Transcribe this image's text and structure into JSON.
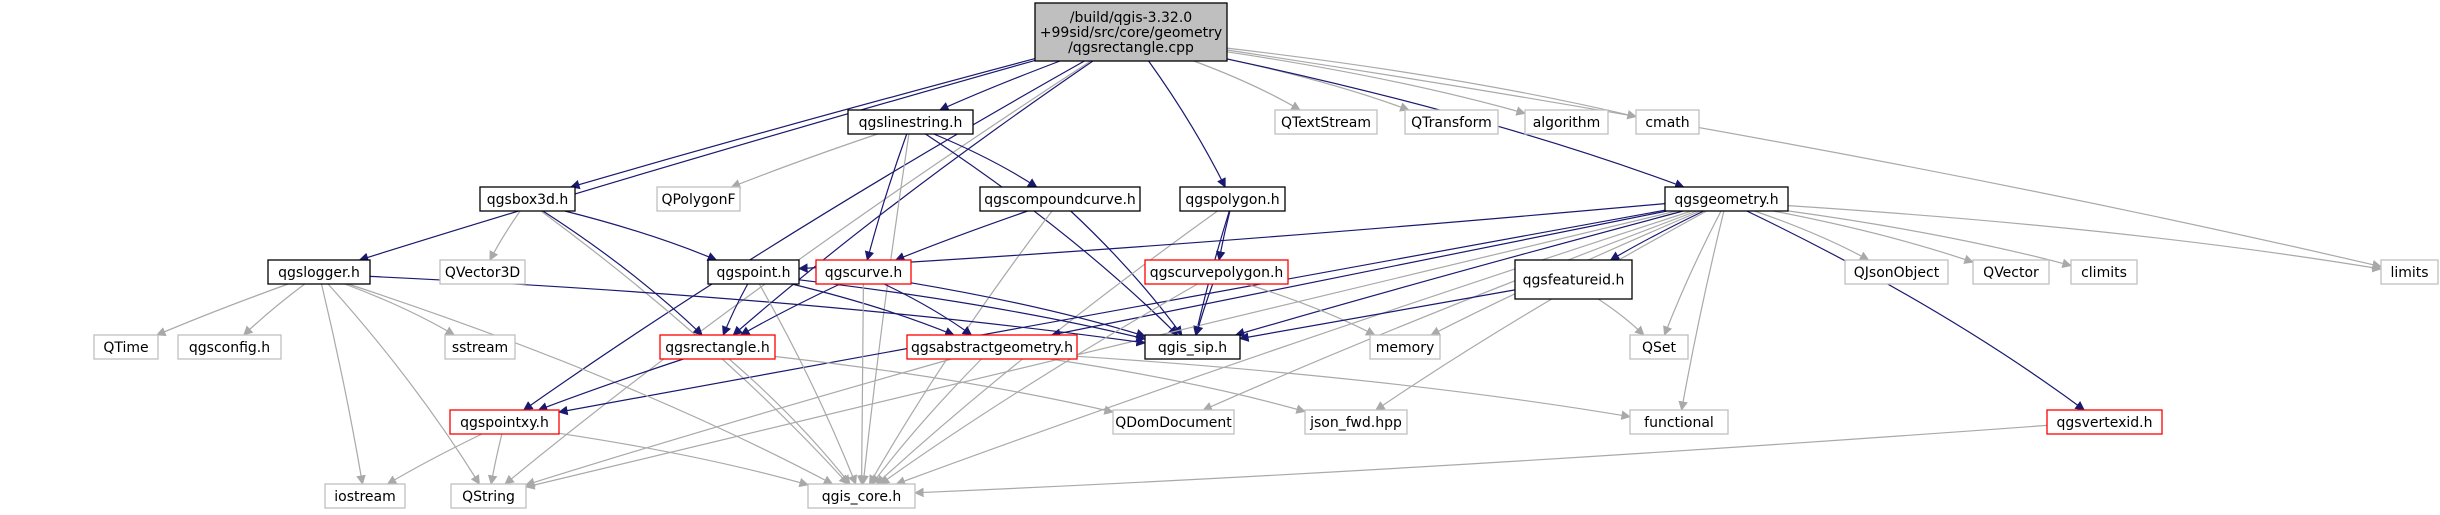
{
  "colors": {
    "focus_fill": "#bfbfbf",
    "focus_border": "#000000",
    "node_fill": "#ffffff",
    "linked_border": "#000000",
    "truncated_border": "#ff0000",
    "external_border": "#bfbfbf",
    "external_text": "#000000",
    "edge_linked": "#191970",
    "edge_external": "#a9a9a9"
  },
  "nodes": [
    {
      "id": "root",
      "lines": [
        "/build/qgis-3.32.0",
        "+99sid/src/core/geometry",
        "/qgsrectangle.cpp"
      ],
      "kind": "focus"
    },
    {
      "id": "qgslinestring",
      "lines": [
        "qgslinestring.h"
      ],
      "kind": "linked"
    },
    {
      "id": "qtextstream",
      "lines": [
        "QTextStream"
      ],
      "kind": "external"
    },
    {
      "id": "qtransform",
      "lines": [
        "QTransform"
      ],
      "kind": "external"
    },
    {
      "id": "algorithm",
      "lines": [
        "algorithm"
      ],
      "kind": "external"
    },
    {
      "id": "cmath",
      "lines": [
        "cmath"
      ],
      "kind": "external"
    },
    {
      "id": "qgsbox3d",
      "lines": [
        "qgsbox3d.h"
      ],
      "kind": "linked"
    },
    {
      "id": "qpolygonf",
      "lines": [
        "QPolygonF"
      ],
      "kind": "external"
    },
    {
      "id": "qgscompoundcurve",
      "lines": [
        "qgscompoundcurve.h"
      ],
      "kind": "linked"
    },
    {
      "id": "qgspolygon",
      "lines": [
        "qgspolygon.h"
      ],
      "kind": "linked"
    },
    {
      "id": "qgsgeometry",
      "lines": [
        "qgsgeometry.h"
      ],
      "kind": "linked"
    },
    {
      "id": "qgslogger",
      "lines": [
        "qgslogger.h"
      ],
      "kind": "linked"
    },
    {
      "id": "qvector3d",
      "lines": [
        "QVector3D"
      ],
      "kind": "external"
    },
    {
      "id": "qgspoint",
      "lines": [
        "qgspoint.h"
      ],
      "kind": "linked"
    },
    {
      "id": "qgscurve",
      "lines": [
        "qgscurve.h"
      ],
      "kind": "truncated"
    },
    {
      "id": "qgscurvepolygon",
      "lines": [
        "qgscurvepolygon.h"
      ],
      "kind": "truncated"
    },
    {
      "id": "qgsfeatureid",
      "lines": [
        "qgsfeatureid.h"
      ],
      "kind": "linked"
    },
    {
      "id": "qjsonobject",
      "lines": [
        "QJsonObject"
      ],
      "kind": "external"
    },
    {
      "id": "qvector",
      "lines": [
        "QVector"
      ],
      "kind": "external"
    },
    {
      "id": "climits",
      "lines": [
        "climits"
      ],
      "kind": "external"
    },
    {
      "id": "limits",
      "lines": [
        "limits"
      ],
      "kind": "external"
    },
    {
      "id": "qtime",
      "lines": [
        "QTime"
      ],
      "kind": "external"
    },
    {
      "id": "qgsconfig",
      "lines": [
        "qgsconfig.h"
      ],
      "kind": "external"
    },
    {
      "id": "sstream",
      "lines": [
        "sstream"
      ],
      "kind": "external"
    },
    {
      "id": "qgsrectangle",
      "lines": [
        "qgsrectangle.h"
      ],
      "kind": "truncated"
    },
    {
      "id": "qgsabstractgeometry",
      "lines": [
        "qgsabstractgeometry.h"
      ],
      "kind": "truncated"
    },
    {
      "id": "qgis_sip",
      "lines": [
        "qgis_sip.h"
      ],
      "kind": "linked"
    },
    {
      "id": "memory",
      "lines": [
        "memory"
      ],
      "kind": "external"
    },
    {
      "id": "qset",
      "lines": [
        "QSet"
      ],
      "kind": "external"
    },
    {
      "id": "qgspointxy",
      "lines": [
        "qgspointxy.h"
      ],
      "kind": "truncated"
    },
    {
      "id": "qdomdocument",
      "lines": [
        "QDomDocument"
      ],
      "kind": "external"
    },
    {
      "id": "json_fwd",
      "lines": [
        "json_fwd.hpp"
      ],
      "kind": "external"
    },
    {
      "id": "functional",
      "lines": [
        "functional"
      ],
      "kind": "external"
    },
    {
      "id": "qgsvertexid",
      "lines": [
        "qgsvertexid.h"
      ],
      "kind": "truncated"
    },
    {
      "id": "iostream",
      "lines": [
        "iostream"
      ],
      "kind": "external"
    },
    {
      "id": "qstring",
      "lines": [
        "QString"
      ],
      "kind": "external"
    },
    {
      "id": "qgis_core",
      "lines": [
        "qgis_core.h"
      ],
      "kind": "external"
    }
  ],
  "edges": [
    [
      "root",
      "qgslinestring"
    ],
    [
      "root",
      "qtextstream"
    ],
    [
      "root",
      "qtransform"
    ],
    [
      "root",
      "algorithm"
    ],
    [
      "root",
      "cmath"
    ],
    [
      "root",
      "qgsbox3d"
    ],
    [
      "root",
      "qgspolygon"
    ],
    [
      "root",
      "qgsgeometry"
    ],
    [
      "root",
      "qgslogger"
    ],
    [
      "root",
      "qgsrectangle"
    ],
    [
      "root",
      "qgspointxy"
    ],
    [
      "root",
      "qstring"
    ],
    [
      "root",
      "limits"
    ],
    [
      "qgslinestring",
      "qpolygonf"
    ],
    [
      "qgslinestring",
      "qgscompoundcurve"
    ],
    [
      "qgslinestring",
      "qgscurve"
    ],
    [
      "qgslinestring",
      "qgis_sip"
    ],
    [
      "qgslinestring",
      "qgis_core"
    ],
    [
      "qgsbox3d",
      "qvector3d"
    ],
    [
      "qgsbox3d",
      "qgspoint"
    ],
    [
      "qgsbox3d",
      "qgsrectangle"
    ],
    [
      "qgsbox3d",
      "qgis_core"
    ],
    [
      "qgscompoundcurve",
      "qgscurve"
    ],
    [
      "qgscompoundcurve",
      "qgis_sip"
    ],
    [
      "qgscompoundcurve",
      "qgis_core"
    ],
    [
      "qgspolygon",
      "qgscurvepolygon"
    ],
    [
      "qgspolygon",
      "qgis_sip"
    ],
    [
      "qgspolygon",
      "qgis_core"
    ],
    [
      "qgsgeometry",
      "qgspoint"
    ],
    [
      "qgsgeometry",
      "qgsabstractgeometry"
    ],
    [
      "qgsgeometry",
      "qgsfeatureid"
    ],
    [
      "qgsgeometry",
      "qjsonobject"
    ],
    [
      "qgsgeometry",
      "qvector"
    ],
    [
      "qgsgeometry",
      "climits"
    ],
    [
      "qgsgeometry",
      "limits"
    ],
    [
      "qgsgeometry",
      "qset"
    ],
    [
      "qgsgeometry",
      "memory"
    ],
    [
      "qgsgeometry",
      "qgis_sip"
    ],
    [
      "qgsgeometry",
      "qdomdocument"
    ],
    [
      "qgsgeometry",
      "json_fwd"
    ],
    [
      "qgsgeometry",
      "functional"
    ],
    [
      "qgsgeometry",
      "qgsvertexid"
    ],
    [
      "qgsgeometry",
      "qgis_core"
    ],
    [
      "qgsgeometry",
      "qgspointxy"
    ],
    [
      "qgsgeometry",
      "qstring"
    ],
    [
      "qgslogger",
      "qtime"
    ],
    [
      "qgslogger",
      "qgsconfig"
    ],
    [
      "qgslogger",
      "sstream"
    ],
    [
      "qgslogger",
      "iostream"
    ],
    [
      "qgslogger",
      "qstring"
    ],
    [
      "qgslogger",
      "qgis_core"
    ],
    [
      "qgslogger",
      "qgis_sip"
    ],
    [
      "qgspoint",
      "qgsrectangle"
    ],
    [
      "qgspoint",
      "qgsabstractgeometry"
    ],
    [
      "qgspoint",
      "qgis_sip"
    ],
    [
      "qgspoint",
      "qgis_core"
    ],
    [
      "qgscurve",
      "qgsrectangle"
    ],
    [
      "qgscurve",
      "qgsabstractgeometry"
    ],
    [
      "qgscurve",
      "qgis_sip"
    ],
    [
      "qgscurve",
      "qgis_core"
    ],
    [
      "qgscurvepolygon",
      "qgis_sip"
    ],
    [
      "qgscurvepolygon",
      "memory"
    ],
    [
      "qgscurvepolygon",
      "qgis_core"
    ],
    [
      "qgsfeatureid",
      "qgis_sip"
    ],
    [
      "qgsfeatureid",
      "qset"
    ],
    [
      "qgsrectangle",
      "qgspointxy"
    ],
    [
      "qgsrectangle",
      "qdomdocument"
    ],
    [
      "qgsrectangle",
      "qgis_core"
    ],
    [
      "qgsabstractgeometry",
      "json_fwd"
    ],
    [
      "qgsabstractgeometry",
      "functional"
    ],
    [
      "qgsabstractgeometry",
      "qstring"
    ],
    [
      "qgsabstractgeometry",
      "qgis_core"
    ],
    [
      "qgspointxy",
      "iostream"
    ],
    [
      "qgspointxy",
      "qstring"
    ],
    [
      "qgspointxy",
      "qgis_core"
    ],
    [
      "qgsvertexid",
      "qgis_core"
    ]
  ]
}
